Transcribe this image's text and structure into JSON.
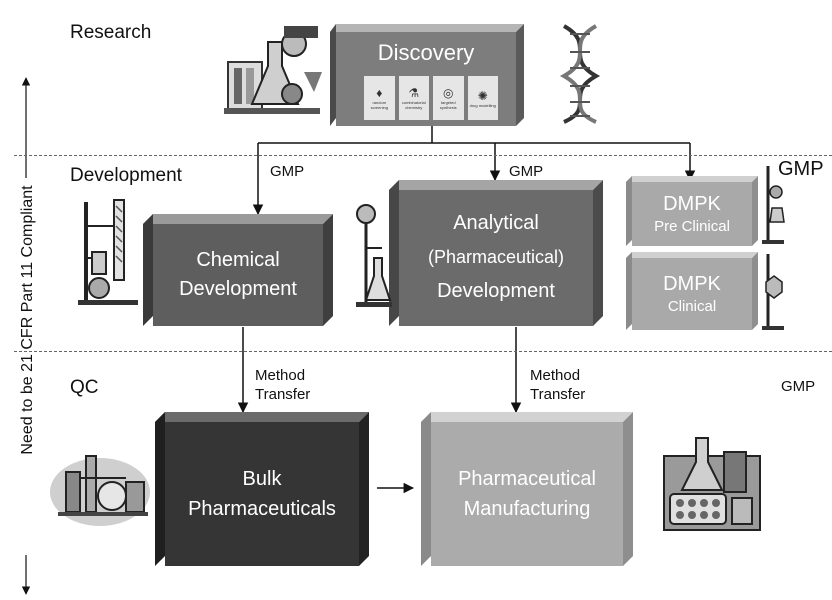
{
  "sections": {
    "research": "Research",
    "development": "Development",
    "qc": "QC"
  },
  "compliance_note": "Need to be 21 CFR Part 11 Compliant",
  "discovery": {
    "title": "Discovery",
    "tiles": [
      "random screening",
      "combinatorial chemistry",
      "targeted synthesis",
      "drug modelling"
    ]
  },
  "chemical_development": {
    "line1": "Chemical",
    "line2": "Development"
  },
  "analytical_development": {
    "line1": "Analytical",
    "line2": "(Pharmaceutical)",
    "line3": "Development"
  },
  "dmpk_preclinical": {
    "title": "DMPK",
    "subtitle": "Pre Clinical"
  },
  "dmpk_clinical": {
    "title": "DMPK",
    "subtitle": "Clinical"
  },
  "bulk_pharmaceuticals": {
    "line1": "Bulk",
    "line2": "Pharmaceuticals"
  },
  "pharmaceutical_manufacturing": {
    "line1": "Pharmaceutical",
    "line2": "Manufacturing"
  },
  "labels": {
    "gmp_chemical": "GMP",
    "gmp_analytical": "GMP",
    "gmp_dmpk": "GMP",
    "gmp_qc": "GMP",
    "method_transfer_left_1": "Method",
    "method_transfer_left_2": "Transfer",
    "method_transfer_right_1": "Method",
    "method_transfer_right_2": "Transfer"
  },
  "colors": {
    "discovery_front": "#7d7d7d",
    "chemical_front": "#5e5e5e",
    "analytical_front": "#6b6b6b",
    "dmpk_front": "#a9a9a9",
    "bulk_front": "#353535",
    "manufacturing_front": "#ababab"
  },
  "icons": [
    "lab-collage-icon",
    "dna-helix-icon",
    "distillation-apparatus-icon",
    "flask-stand-icon",
    "lab-stand-icon",
    "chemical-plant-icon",
    "pills-flask-icon"
  ]
}
